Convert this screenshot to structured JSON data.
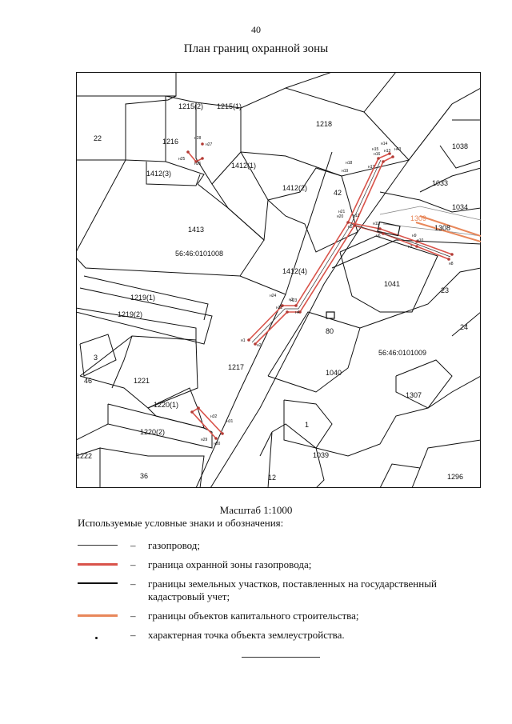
{
  "page_number": "40",
  "title": "План границ охранной зоны",
  "scale_label": "Масштаб 1:1000",
  "legend_heading": "Используемые условные знаки и обозначения:",
  "legend_dash": "–",
  "legend": [
    {
      "type": "gas",
      "text": "газопровод;"
    },
    {
      "type": "zone",
      "text": "граница охранной зоны газопровода;"
    },
    {
      "type": "parcel",
      "text": "границы земельных участков,  поставленных на государственный кадастровый учет;"
    },
    {
      "type": "building",
      "text": "границы объектов капитального строительства;"
    },
    {
      "type": "point",
      "text": "характерная точка объекта землеустройства."
    }
  ],
  "colors": {
    "zone": "#d9534a",
    "parcel": "#111111",
    "building": "#e8875a",
    "gas": "#333333"
  },
  "map": {
    "parcels": [
      {
        "id": "p-1215-2",
        "label": "1215(2)"
      },
      {
        "id": "p-1215-1",
        "label": "1215(1)"
      },
      {
        "id": "p-1216",
        "label": "1216"
      },
      {
        "id": "p-22",
        "label": "22"
      },
      {
        "id": "p-1218",
        "label": "1218"
      },
      {
        "id": "p-1038",
        "label": "1038"
      },
      {
        "id": "p-1412-3",
        "label": "1412(3)"
      },
      {
        "id": "p-1412-1",
        "label": "1412(1)"
      },
      {
        "id": "p-1412-2",
        "label": "1412(2)"
      },
      {
        "id": "p-42",
        "label": "42"
      },
      {
        "id": "p-1033",
        "label": "1033"
      },
      {
        "id": "p-1034",
        "label": "1034"
      },
      {
        "id": "p-1413",
        "label": "1413"
      },
      {
        "id": "p-q1008",
        "label": "56:46:0101008"
      },
      {
        "id": "p-1308",
        "label": "1308"
      },
      {
        "id": "p-1412-4",
        "label": "1412(4)"
      },
      {
        "id": "p-1041",
        "label": "1041"
      },
      {
        "id": "p-23",
        "label": "23"
      },
      {
        "id": "p-1219-1",
        "label": "1219(1)"
      },
      {
        "id": "p-1219-2",
        "label": "1219(2)"
      },
      {
        "id": "p-24",
        "label": "24"
      },
      {
        "id": "p-80",
        "label": "80"
      },
      {
        "id": "p-q1009",
        "label": "56:46:0101009"
      },
      {
        "id": "p-3",
        "label": "3"
      },
      {
        "id": "p-46",
        "label": "46"
      },
      {
        "id": "p-1221",
        "label": "1221"
      },
      {
        "id": "p-1217",
        "label": "1217"
      },
      {
        "id": "p-1040",
        "label": "1040"
      },
      {
        "id": "p-1307",
        "label": "1307"
      },
      {
        "id": "p-1220-1",
        "label": "1220(1)"
      },
      {
        "id": "p-1220-2",
        "label": "1220(2)"
      },
      {
        "id": "p-1",
        "label": "1"
      },
      {
        "id": "p-1222",
        "label": "1222"
      },
      {
        "id": "p-1039",
        "label": "1039"
      },
      {
        "id": "p-36",
        "label": "36"
      },
      {
        "id": "p-12",
        "label": "12"
      },
      {
        "id": "p-1296",
        "label": "1296"
      }
    ],
    "building_label": "1309",
    "points": [
      {
        "id": "н1",
        "label": "н1"
      },
      {
        "id": "н2",
        "label": "н2"
      },
      {
        "id": "н3",
        "label": "н3"
      },
      {
        "id": "н4",
        "label": "н4"
      },
      {
        "id": "н5",
        "label": "н5"
      },
      {
        "id": "н6",
        "label": "н6"
      },
      {
        "id": "н7",
        "label": "н7"
      },
      {
        "id": "н8",
        "label": "н8"
      },
      {
        "id": "н9",
        "label": "н9"
      },
      {
        "id": "н10",
        "label": "н10"
      },
      {
        "id": "н11",
        "label": "н11"
      },
      {
        "id": "н12",
        "label": "н12"
      },
      {
        "id": "н13",
        "label": "н13"
      },
      {
        "id": "н14",
        "label": "н14"
      },
      {
        "id": "н15",
        "label": "н15"
      },
      {
        "id": "н16",
        "label": "н16"
      },
      {
        "id": "н17",
        "label": "н17"
      },
      {
        "id": "н18",
        "label": "н18"
      },
      {
        "id": "н19",
        "label": "н19"
      },
      {
        "id": "н20",
        "label": "н20"
      },
      {
        "id": "н21",
        "label": "н21"
      },
      {
        "id": "н22",
        "label": "н22"
      },
      {
        "id": "н23",
        "label": "н23"
      },
      {
        "id": "н24",
        "label": "н24"
      },
      {
        "id": "н25",
        "label": "н25"
      },
      {
        "id": "н26",
        "label": "н26"
      },
      {
        "id": "н27",
        "label": "н27"
      },
      {
        "id": "н28",
        "label": "н28"
      },
      {
        "id": "н29",
        "label": "н29"
      },
      {
        "id": "н30",
        "label": "н30"
      },
      {
        "id": "н31",
        "label": "н31"
      },
      {
        "id": "н32",
        "label": "н32"
      },
      {
        "id": "н43",
        "label": "н43"
      }
    ]
  }
}
